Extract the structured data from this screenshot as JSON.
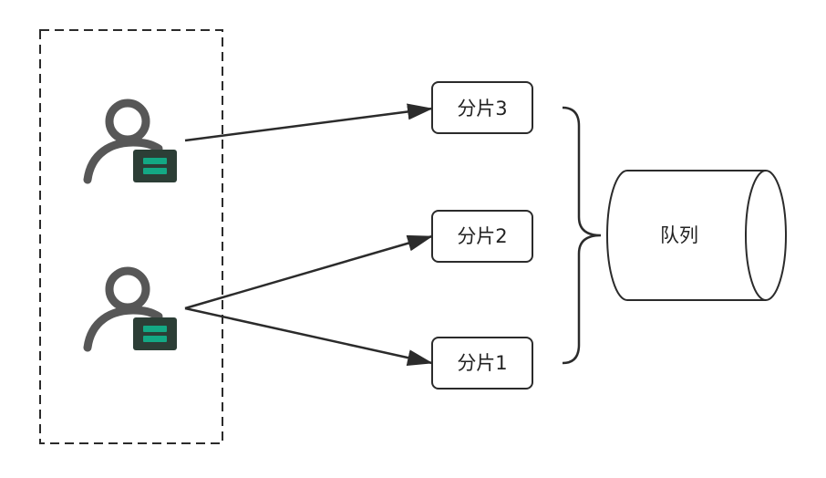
{
  "diagram": {
    "shards": [
      {
        "label": "分片3"
      },
      {
        "label": "分片2"
      },
      {
        "label": "分片1"
      }
    ],
    "queue": {
      "label": "队列"
    },
    "clients": [
      {
        "icon": "user-card-icon"
      },
      {
        "icon": "user-card-icon"
      }
    ],
    "colors": {
      "stroke": "#2b2b2b",
      "user": "#575757",
      "card": "#2c3e36",
      "card_accent": "#13a884"
    }
  }
}
